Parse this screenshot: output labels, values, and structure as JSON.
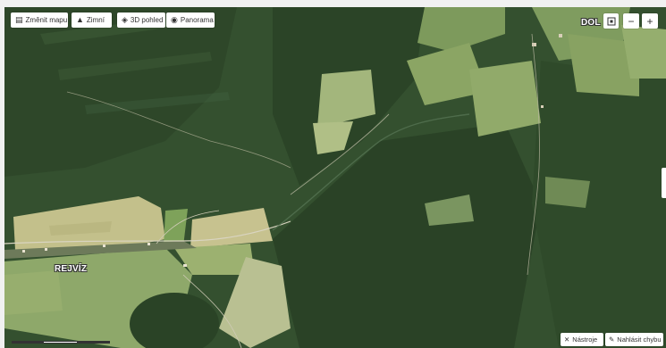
{
  "toolbar": {
    "change_map_label": "Změnit mapu",
    "winter_label": "Zimní",
    "view3d_label": "3D pohled",
    "panorama_label": "Panorama"
  },
  "labels": {
    "place_rejviz": "REJVÍZ",
    "place_dol": "DOL"
  },
  "controls": {
    "zoom_out": "−",
    "zoom_in": "+"
  },
  "footer": {
    "tools_label": "Nástroje",
    "report_label": "Nahlásit chybu"
  },
  "colors": {
    "forest_dark": "#2c4428",
    "forest": "#3a5634",
    "meadow": "#8fa86a",
    "meadow_light": "#b8c48e",
    "field_yellow": "#c9c48f"
  }
}
